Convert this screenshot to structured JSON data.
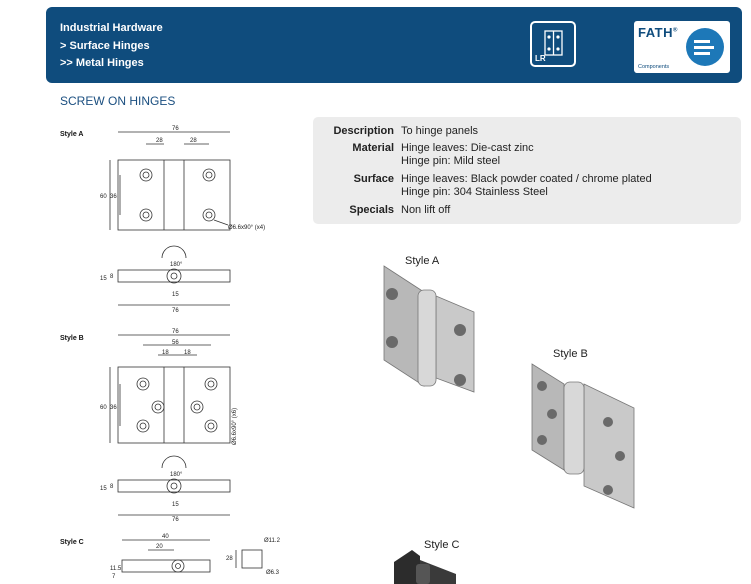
{
  "header": {
    "breadcrumb": [
      "Industrial Hardware",
      "> Surface Hinges",
      ">> Metal Hinges"
    ],
    "badge_icon": "hinge-lr-icon",
    "badge_text": "LR",
    "logo_text": "FATH",
    "logo_mark": "®",
    "logo_subtext": "Components"
  },
  "section_title": "SCREW ON HINGES",
  "drawings": {
    "style_a": {
      "label": "Style A",
      "dim_width": "76",
      "dim_left": "28",
      "dim_right": "28",
      "dim_height": "60",
      "dim_inner": "36",
      "hole": "Ø6.6x90° (x4)",
      "angle": "180°",
      "side_h": "15",
      "side_t": "8",
      "side_w": "15",
      "side_total": "76"
    },
    "style_b": {
      "label": "Style B",
      "dim_width": "76",
      "dim_mid": "56",
      "dim_l": "18",
      "dim_r": "18",
      "dim_height": "60",
      "dim_inner": "36",
      "hole": "Ø6.6x90° (x6)",
      "angle": "180°",
      "side_h": "15",
      "side_t": "8",
      "side_w": "15",
      "side_total": "76"
    },
    "style_c": {
      "label": "Style C",
      "dim_width": "40",
      "dim_mid": "20",
      "dim_h": "11.5",
      "dim_t": "7",
      "dim_side": "28",
      "dia_outer": "Ø11.2",
      "dia_inner": "Ø6.3"
    }
  },
  "specs": [
    {
      "key": "Description",
      "lines": [
        "To hinge panels"
      ]
    },
    {
      "key": "Material",
      "lines": [
        "Hinge leaves: Die-cast zinc",
        "Hinge pin: Mild steel"
      ]
    },
    {
      "key": "Surface",
      "lines": [
        "Hinge leaves: Black powder coated / chrome plated",
        "Hinge pin: 304 Stainless Steel"
      ]
    },
    {
      "key": "Specials",
      "lines": [
        "Non lift off"
      ]
    }
  ],
  "photos": {
    "a": "Style A",
    "b": "Style B",
    "c": "Style C"
  },
  "colors": {
    "banner": "#0f4c7d",
    "accent": "#1b4f80",
    "panel": "#ececec"
  }
}
